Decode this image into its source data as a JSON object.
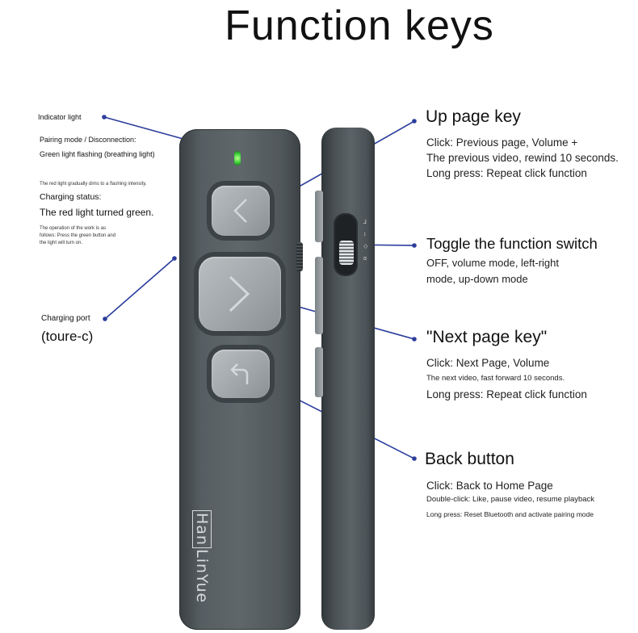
{
  "title": "Function keys",
  "left": {
    "indicator_light": "Indicator light",
    "pairing_title": "Pairing mode / Disconnection:",
    "pairing_desc": "Green light flashing (breathing light)",
    "dim_note": "The red light gradually dims to a flashing intensity.",
    "charging_status_title": "Charging status:",
    "charging_status_desc": "The red light turned green.",
    "operation_note_1": "The operation of the work is as",
    "operation_note_2": "follows: Press the green button and",
    "operation_note_3": "the light will turn on.",
    "charging_port": "Charging port",
    "charging_port_type": "(toure-c)"
  },
  "right": {
    "up": {
      "heading": "Up page key",
      "line1": "Click: Previous page, Volume +",
      "line2": "The previous video, rewind 10 seconds.",
      "line3": "Long press: Repeat click function"
    },
    "toggle": {
      "heading": "Toggle the function switch",
      "line1": "OFF, volume mode, left-right",
      "line2": "mode, up-down mode"
    },
    "next": {
      "heading": "\"Next page key\"",
      "line1": "Click: Next Page, Volume",
      "line2": "The next video, fast forward 10 seconds.",
      "line3": "Long press: Repeat click function"
    },
    "back": {
      "heading": "Back button",
      "line1": "Click: Back to Home Page",
      "line2": "Double-click: Like, pause video, resume playback",
      "line3": "Long press: Reset Bluetooth and activate pairing mode"
    }
  },
  "device": {
    "brand_boxed": "Han",
    "brand_rest": "LinYue",
    "switch_marks": [
      "⅃",
      "↕",
      "◇",
      "ɑ"
    ]
  },
  "colors": {
    "connector": "#2b3d9c",
    "body": "#565e62",
    "button": "#a6acaf",
    "led": "#3cd33a"
  }
}
